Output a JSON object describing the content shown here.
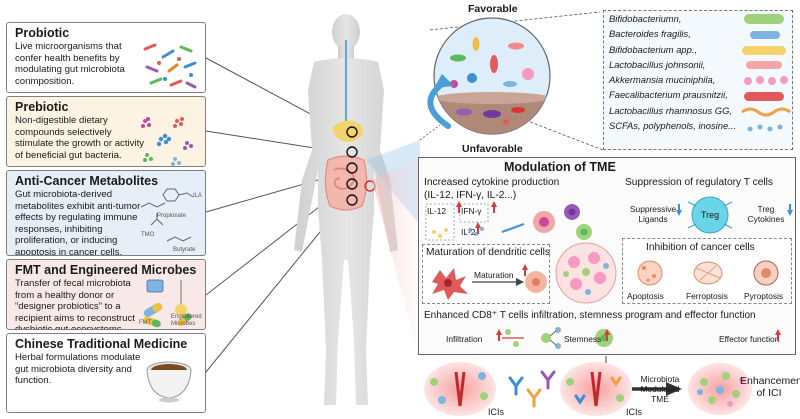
{
  "cards": {
    "probiotic": {
      "title": "Probiotic",
      "text": "Live microorganisms that confer health benefits by modulating gut microbiota conmposition."
    },
    "prebiotic": {
      "title": "Prebiotic",
      "text": "Non-digestible dietary compounds selectively stimulate the growth or activity of beneficial gut bacteria."
    },
    "metabolites": {
      "title": "Anti-Cancer Metabolites",
      "text": "Gut microbiota-derived metabolites exhibit anti-tumor effects by regulating immune responses, inhibiting proliferation, or inducing apoptosis in cancer cells.",
      "chem": {
        "ila": "ILA",
        "propionate": "Propionate",
        "tmo": "TMO",
        "butyrate": "Butyrate"
      }
    },
    "fmt": {
      "title": "FMT and Engineered Microbes",
      "text": "Transfer of fecal microbiota from a healthy donor or “designer probiotics” to a recipient aims to reconstruct dysbiotic gut ecosystems.",
      "fmt_label": "FMT",
      "engineered_label": "Engineered Microbes"
    },
    "tcm": {
      "title": "Chinese Traditional Medicine",
      "text": "Herbal formulations modulate gut microbiota diversity and function."
    }
  },
  "sphere": {
    "favorable": "Favorable",
    "unfavorable": "Unfavorable"
  },
  "bacteria": [
    "Bifidobacteriumn,",
    "Bacteroides fragilis,",
    "Bifidobacterium app.,",
    "Lactobacillus johnsonii,",
    "Akkermansia muciniphila,",
    "Faecalibacterium prausnitzii,",
    "Lactobacillus rhamnosus GG,",
    "SCFAs, polyphenols, inosine..."
  ],
  "tme": {
    "title": "Modulation of TME",
    "cytokine": {
      "title": "Increased cytokine production",
      "sub": "(IL-12, IFN-γ, IL-2...)",
      "il12": "IL-12",
      "ifn": "IFN-γ",
      "il2": "IL-2"
    },
    "treg": {
      "title": "Suppression of regulatory T cells",
      "ligands": "Suppressive Ligands",
      "cell": "Treg",
      "cytokines": "Treg Cytokines"
    },
    "dendritic": {
      "title": "Maturation of dendritic cells",
      "maturation": "Maturation"
    },
    "inhibition": {
      "title": "Inhibition of cancer cells",
      "apoptosis": "Apoptosis",
      "ferroptosis": "Ferroptosis",
      "pyroptosis": "Pyroptosis"
    },
    "cd8": {
      "title": "Enhanced CD8⁺ T cells infiltration, stemness program and effector function",
      "infiltration": "Infiltration",
      "stemness": "Stemness",
      "effector": "Effector function"
    }
  },
  "bottom": {
    "icis_left": "ICIs",
    "icis_right": "ICIs",
    "modulated": "Microbiota Modulated TME",
    "enhancement": "Enhancement of ICI"
  },
  "colors": {
    "accent_red": "#d63a3a",
    "arrow_blue": "#4a9fd8",
    "treg_cyan": "#6ad4e8",
    "card_border": "#7f7f7f"
  }
}
